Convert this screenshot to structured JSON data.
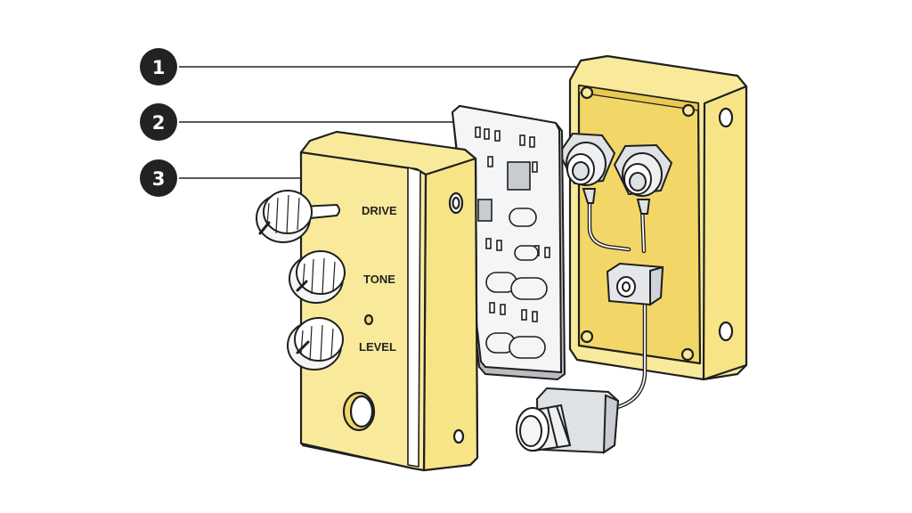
{
  "callouts": [
    {
      "number": "1"
    },
    {
      "number": "2"
    },
    {
      "number": "3"
    }
  ],
  "knob_labels": {
    "drive": "DRIVE",
    "tone": "TONE",
    "level": "LEVEL"
  },
  "colors": {
    "enclosure_yellow": "#f9ea9b",
    "interior_yellow": "#f2d768",
    "pcb_white": "#f4f5f7",
    "jack_gray": "#dfe2e5",
    "outline": "#1f1f1f",
    "callout_badge": "#222222"
  }
}
